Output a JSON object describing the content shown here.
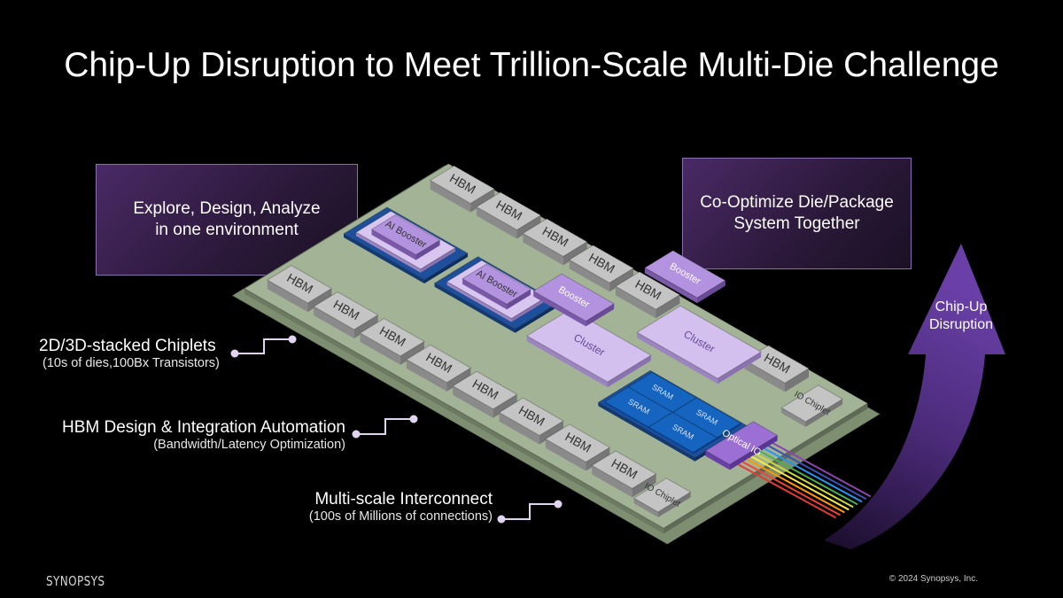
{
  "title": "Chip-Up Disruption to Meet Trillion-Scale Multi-Die Challenge",
  "boxes": {
    "left": [
      "Explore, Design, Analyze",
      "in one environment"
    ],
    "right": [
      "Co-Optimize Die/Package",
      "System Together"
    ]
  },
  "callouts": [
    {
      "main": "2D/3D-stacked Chiplets",
      "sub": "(10s of dies,100Bx Transistors)"
    },
    {
      "main": "HBM Design & Integration Automation",
      "sub": "(Bandwidth/Latency Optimization)"
    },
    {
      "main": "Multi-scale Interconnect",
      "sub": "(100s of Millions of connections)"
    }
  ],
  "arrow_label": [
    "Chip-Up",
    "Disruption"
  ],
  "chip": {
    "hbm_label": "HBM",
    "ai_booster_label": "AI Booster",
    "booster_label": "Booster",
    "cluster_label": "Cluster",
    "sram_label": "SRAM",
    "optical_io_label": "Optical IO",
    "io_chiplet_label": "IO Chiplet"
  },
  "colors": {
    "accent_purple": "#6b3fa0",
    "die_light": "#c9b3e8",
    "sram_blue": "#1565c0",
    "hbm_gray": "#b8b8b8"
  },
  "footer": {
    "logo": "SYNOPSYS",
    "copyright": "© 2024 Synopsys, Inc."
  }
}
